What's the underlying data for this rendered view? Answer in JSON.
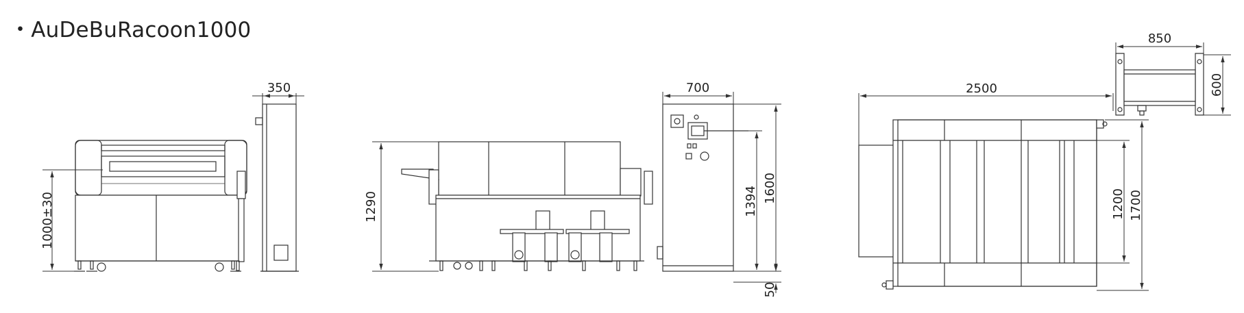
{
  "title": "・AuDeBuRacoon1000",
  "views": {
    "front_left": {
      "height_label": "1000±30"
    },
    "side_left": {
      "width_label": "350"
    },
    "front_right": {
      "height_label": "1290"
    },
    "side_right": {
      "width_label": "700",
      "height_inner_label": "1394",
      "height_outer_label": "1600",
      "base_label": "50"
    },
    "top": {
      "length_label": "2500",
      "depth_inner_label": "1200",
      "depth_outer_label": "1700"
    },
    "small_top": {
      "width_label": "850",
      "height_label": "600"
    }
  }
}
